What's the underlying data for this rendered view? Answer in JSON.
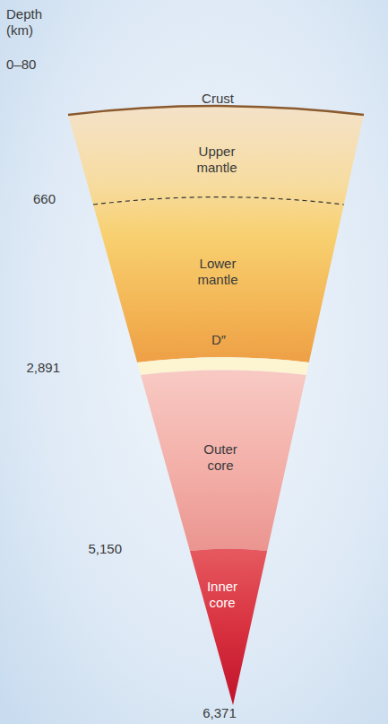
{
  "diagram": {
    "nodes": [
      {
        "text": [
          "Crust"
        ]
      },
      {
        "text": [
          "Upper mantle"
        ]
      },
      {
        "text": [
          "Lower mantle"
        ]
      },
      {
        "text": [
          "D″"
        ]
      },
      {
        "text": [
          "Outer core"
        ]
      },
      {
        "text": [
          "Inner core"
        ]
      }
    ],
    "labels": [
      "Depth (km)",
      "0–80",
      "660",
      "2,891",
      "5,150",
      "6,371"
    ]
  }
}
